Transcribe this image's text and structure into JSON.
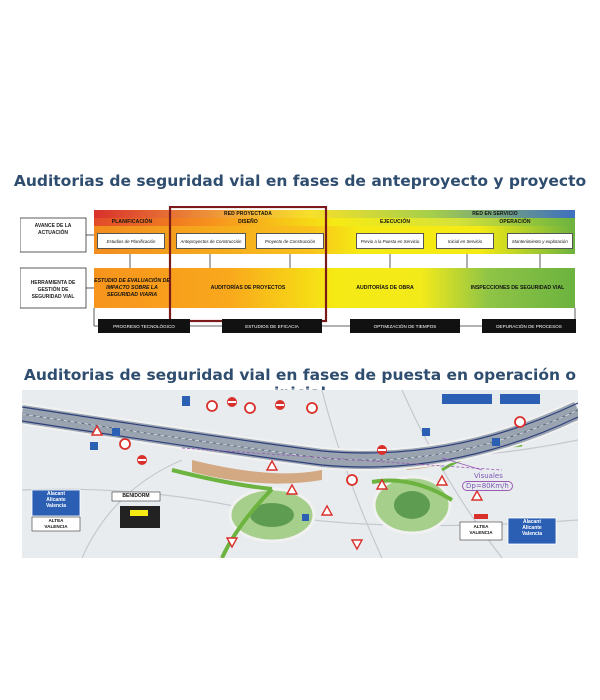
{
  "titles": {
    "top": "Auditorias de seguridad vial en fases de anteproyecto y proyecto",
    "bottom": "Auditorias de seguridad vial en fases de puesta en operación o inicial"
  },
  "diagram": {
    "avance_label": "AVANCE DE LA ACTUACIÓN",
    "herramienta_label": "HERRAMIENTA DE GESTIÓN DE SEGURIDAD VIAL",
    "red_proyectada": "RED PROYECTADA",
    "red_en_servicio": "RED EN SERVICIO",
    "phases": {
      "planificacion": "PLANIFICACIÓN",
      "diseno": "DISEÑO",
      "ejecucion": "EJECUCIÓN",
      "operacion": "OPERACIÓN"
    },
    "steps": [
      "Estudios de Planificación",
      "Anteproyectos de Construcción",
      "Proyecto de Construcción",
      "Previo a la Puesta en Servicio",
      "Inicial en Servicio",
      "Mantenimiento y explotación"
    ],
    "tools": {
      "estudio": "ESTUDIO DE EVALUACIÓN DE IMPACTO SOBRE LA SEGURIDAD VIARIA",
      "auditorias_proyectos": "AUDITORÍAS DE PROYECTOS",
      "auditorias_obra": "AUDITORÍAS DE OBRA",
      "inspecciones": "INSPECCIONES DE SEGURIDAD VIAL"
    },
    "footer_boxes": [
      "PROGRESO TECNOLÓGICO",
      "ESTUDIOS DE EFICACIA",
      "OPTIMIZACIÓN DE TIEMPOS",
      "DEPURACIÓN DE PROCESOS"
    ],
    "colors": {
      "red": "#d9302c",
      "orange": "#f7941d",
      "yellow": "#f5ea14",
      "green": "#6cb33f",
      "blue": "#3d5fb0",
      "frame": "#7a1a1a"
    }
  },
  "map": {
    "visuales_label": "Visuales",
    "dp_label": "Dp=80Km/h",
    "sign_left": [
      "Alacant",
      "Alicante",
      "Valencia"
    ],
    "sign_benidorm": "BENIDORM",
    "altea_valencia": [
      "ALTEA",
      "VALENCIA"
    ],
    "sign_right": [
      "Alacant",
      "Alicante",
      "Valencia"
    ],
    "altea_valencia_right": [
      "ALTEA",
      "VALENCIA"
    ]
  }
}
